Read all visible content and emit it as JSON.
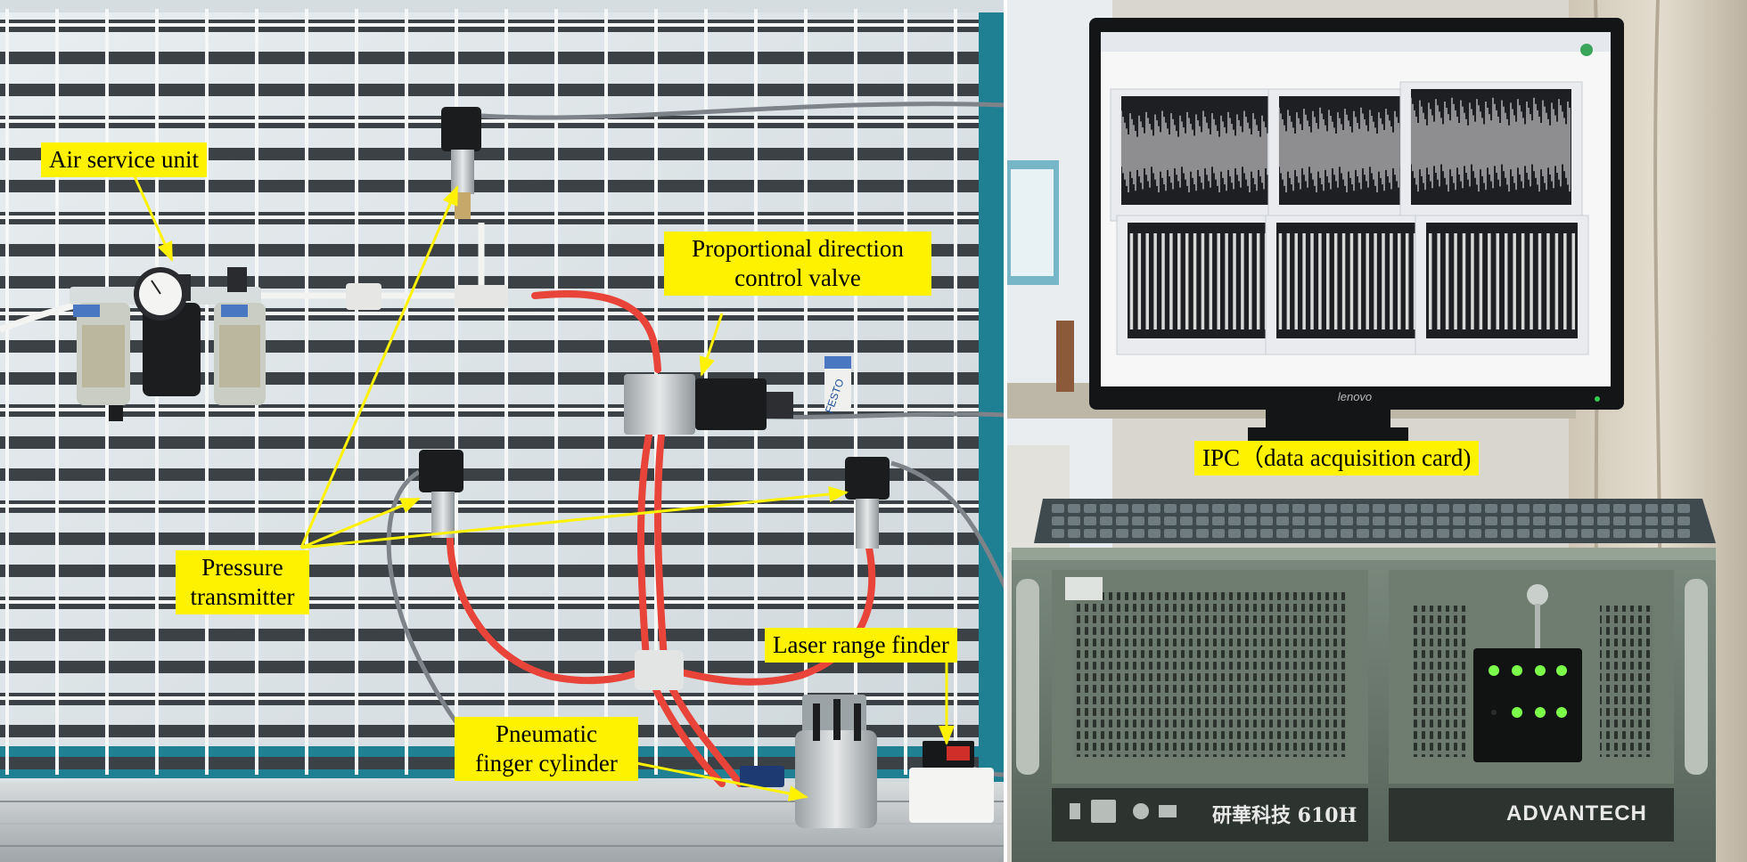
{
  "labels": {
    "air_service_unit": "Air service unit",
    "pressure_transmitter_line1": "Pressure",
    "pressure_transmitter_line2": "transmitter",
    "valve_line1": "Proportional direction",
    "valve_line2": "control valve",
    "ipc": "IPC（data acquisition card)",
    "laser": "Laser range finder",
    "cylinder_line1": "Pneumatic",
    "cylinder_line2": "finger cylinder"
  },
  "device_text": {
    "monitor_brand": "lenovo",
    "case_brand": "ADVANTECH",
    "case_model": "研華科技 610H"
  },
  "colors": {
    "callout_fill": "#fff200",
    "arrow": "#fff200",
    "tubing": "#e8443a",
    "panel_frame": "#1f7f93"
  }
}
